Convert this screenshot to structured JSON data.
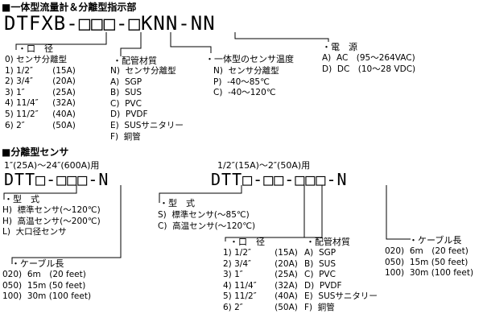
{
  "section1": {
    "title": "■一体型流量計＆分離型指示部",
    "model_code": "DTFXB-□□□-□KNN-NN",
    "diameter": {
      "title": "・口　径",
      "items": [
        {
          "code": "0)",
          "name": "センサ分離型",
          "size": ""
        },
        {
          "code": "1)",
          "name": "1/2″",
          "size": "(15A)"
        },
        {
          "code": "2)",
          "name": "3/4″",
          "size": "(20A)"
        },
        {
          "code": "3)",
          "name": "1″",
          "size": "(25A)"
        },
        {
          "code": "4)",
          "name": "11/4″",
          "size": "(32A)"
        },
        {
          "code": "5)",
          "name": "11/2″",
          "size": "(40A)"
        },
        {
          "code": "6)",
          "name": "2″",
          "size": "(50A)"
        }
      ]
    },
    "piping": {
      "title": "・配管材質",
      "items": [
        "N)  センサ分離型",
        "A)  SGP",
        "B)  SUS",
        "C)  PVC",
        "D)  PVDF",
        "E)  SUSサニタリー",
        "F)  銅管"
      ]
    },
    "temp": {
      "title": "・一体型のセンサ温度",
      "items": [
        "N)  センサ分離型",
        "P)  -40～85℃",
        "C)  -40～120℃"
      ]
    },
    "power": {
      "title": "・電　源",
      "items": [
        "A)  AC　(95～264VAC)",
        "D)  DC　(10～28 VDC)"
      ]
    }
  },
  "section2": {
    "title": "■分離型センサ",
    "left": {
      "header": "1″(25A)～24″(600A)用",
      "model_code": "DTT□-□□□-N",
      "type": {
        "title": "・型　式",
        "items": [
          "H)  標準センサ(～120℃)",
          "H)  高温センサ(～200℃)",
          "L)  大口径センサ"
        ]
      },
      "cable": {
        "title": "・ケーブル長",
        "items": [
          "020)  6m　(20 feet)",
          "050)  15m (50 feet)",
          "100)  30m (100 feet)"
        ]
      }
    },
    "right": {
      "header": "1/2″(15A)～2″(50A)用",
      "model_code": "DTT□-□□-□□□-N",
      "type": {
        "title": "・型　式",
        "items": [
          "S)  標準センサ(～85℃)",
          "C)  高温センサ(～120℃)"
        ]
      },
      "diameter": {
        "title": "・口　径",
        "items": [
          {
            "code": "1)",
            "name": "1/2″",
            "size": "(15A)"
          },
          {
            "code": "2)",
            "name": "3/4″",
            "size": "(20A)"
          },
          {
            "code": "3)",
            "name": "1″",
            "size": "(25A)"
          },
          {
            "code": "4)",
            "name": "11/4″",
            "size": "(32A)"
          },
          {
            "code": "5)",
            "name": "11/2″",
            "size": "(40A)"
          },
          {
            "code": "6)",
            "name": "2″",
            "size": "(50A)"
          }
        ]
      },
      "piping": {
        "title": "・配管材質",
        "items": [
          "A)  SGP",
          "B)  SUS",
          "C)  PVC",
          "D)  PVDF",
          "E)  SUSサニタリー",
          "F)  銅管"
        ]
      },
      "cable": {
        "title": "・ケーブル長",
        "items": [
          "020)  6m　(20 feet)",
          "050)  15m (50 feet)",
          "100)  30m (100 feet)"
        ]
      }
    }
  }
}
